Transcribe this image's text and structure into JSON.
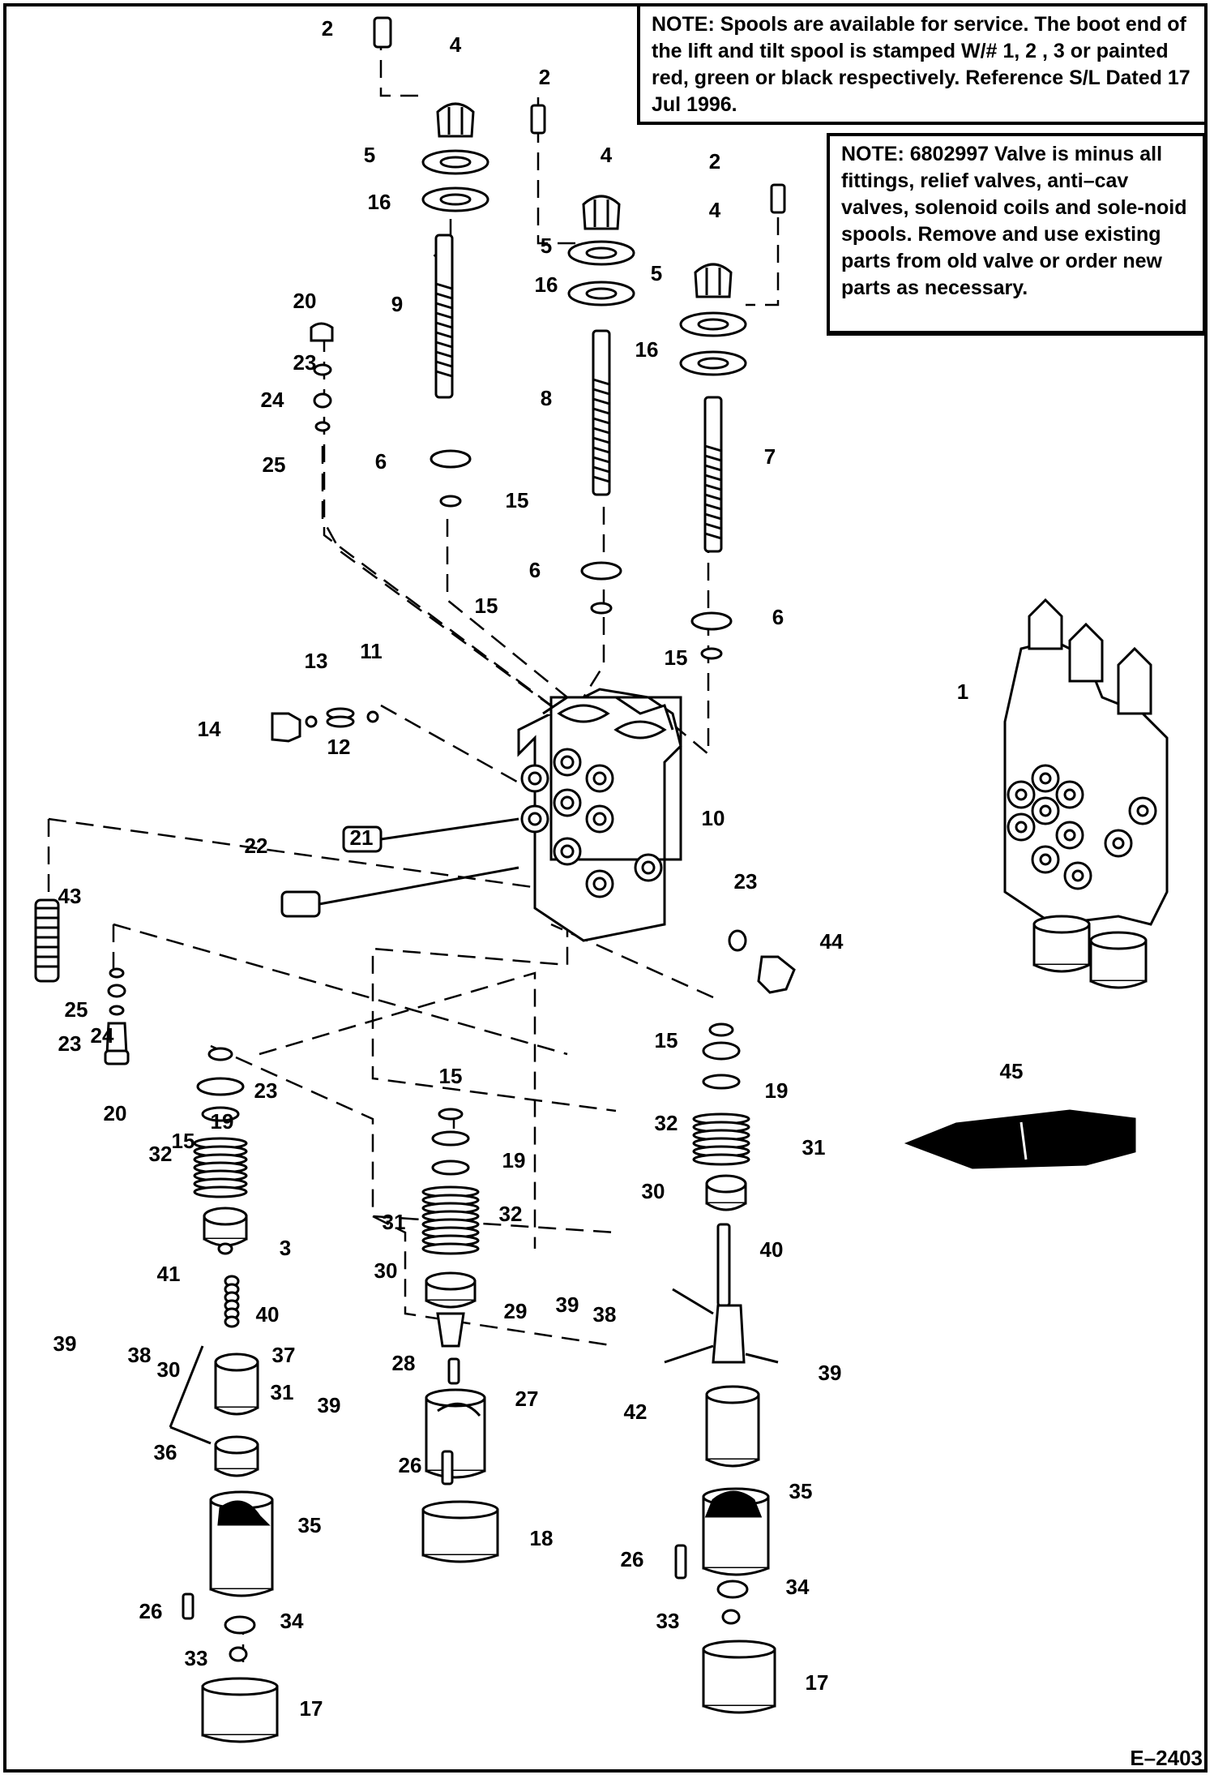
{
  "notes": {
    "note1_head": "NOTE:",
    "note1_body": " Spools are available for service. The boot end of the lift and tilt spool is stamped W/# 1, 2 , 3 or painted red, green or black respectively. Reference S/L Dated 17 Jul 1996.",
    "note2_head": "NOTE:",
    "note2_body": " 6802997 Valve is minus all fittings, relief valves, anti–cav valves, solenoid coils and sole-noid spools. Remove and use existing parts from old valve or order new parts as necessary."
  },
  "figure_code": "E–2403",
  "callouts": [
    "1",
    "2",
    "2",
    "2",
    "3",
    "4",
    "4",
    "4",
    "5",
    "5",
    "5",
    "6",
    "6",
    "6",
    "7",
    "8",
    "9",
    "10",
    "11",
    "12",
    "13",
    "14",
    "15",
    "15",
    "15",
    "15",
    "15",
    "15",
    "16",
    "16",
    "16",
    "17",
    "17",
    "18",
    "19",
    "19",
    "19",
    "20",
    "20",
    "21",
    "22",
    "23",
    "23",
    "23",
    "23",
    "24",
    "24",
    "25",
    "25",
    "26",
    "26",
    "26",
    "27",
    "28",
    "29",
    "30",
    "30",
    "30",
    "31",
    "31",
    "31",
    "32",
    "32",
    "32",
    "33",
    "33",
    "34",
    "34",
    "35",
    "35",
    "36",
    "37",
    "38",
    "38",
    "39",
    "39",
    "39",
    "39",
    "40",
    "40",
    "41",
    "42",
    "43",
    "44",
    "45"
  ]
}
